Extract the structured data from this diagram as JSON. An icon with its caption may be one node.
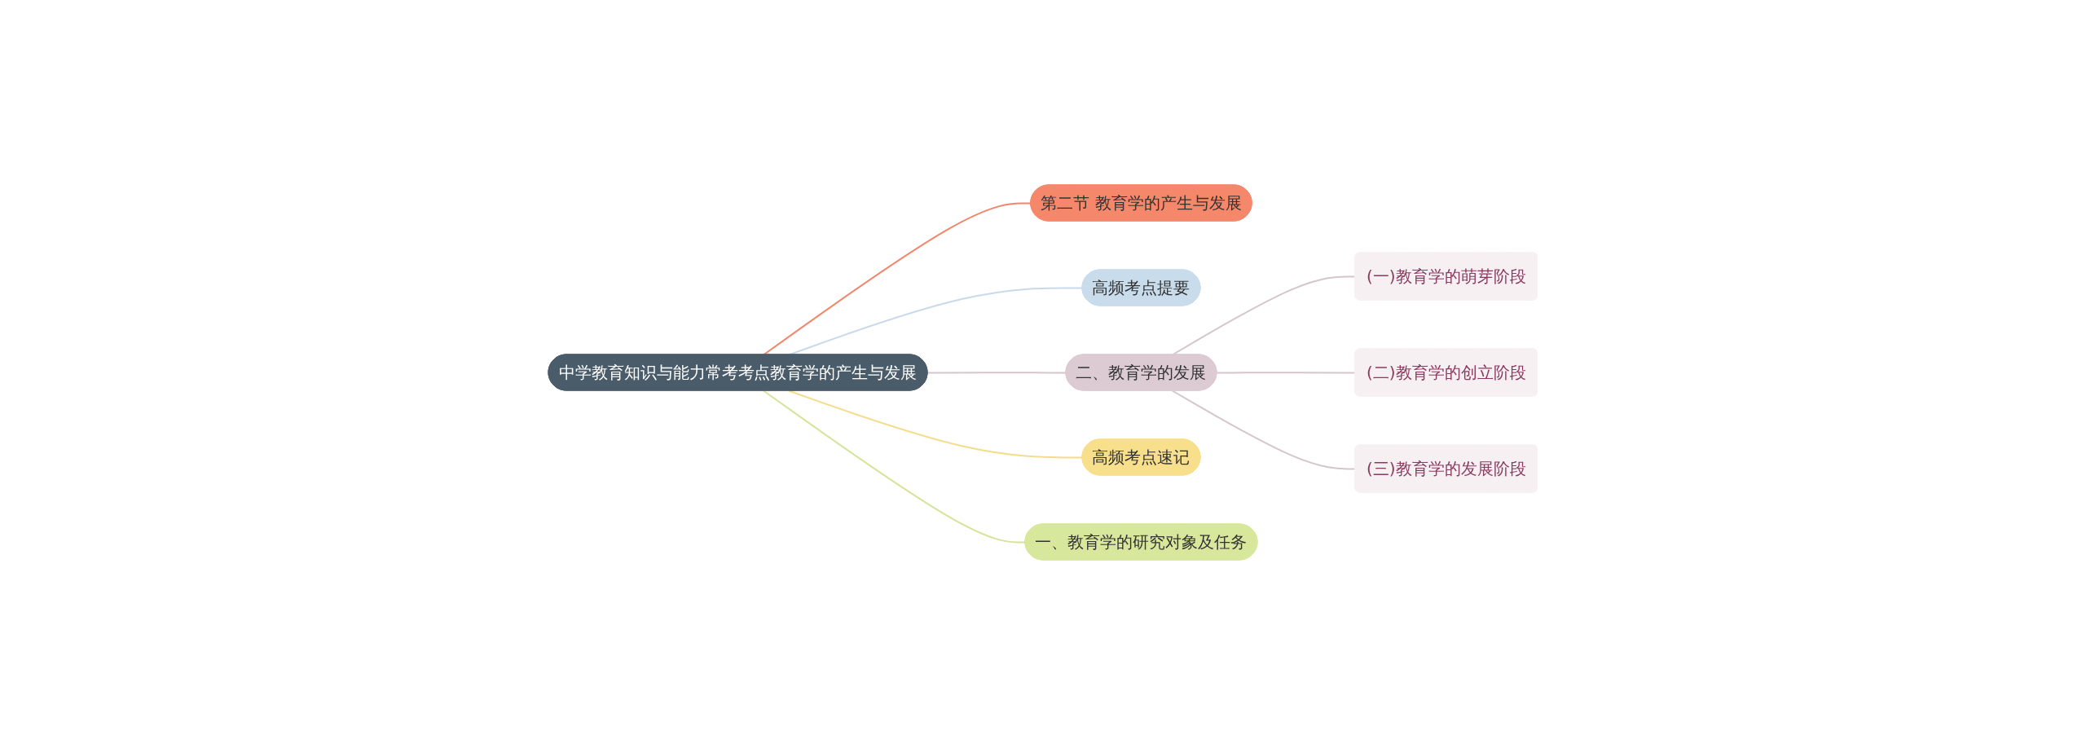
{
  "diagram": {
    "nodes": [
      {
        "text": [
          "中学教育知识与能力常考考点教育学的产生与发展"
        ]
      },
      {
        "text": [
          "第二节 教育学的产生与发展"
        ]
      },
      {
        "text": [
          "高频考点提要"
        ]
      },
      {
        "text": [
          "高频考点速记"
        ]
      },
      {
        "text": [
          "一、教育学的研究对象及任务"
        ]
      },
      {
        "text": [
          "二、教育学的发展"
        ]
      },
      {
        "text": [
          "(一)教育学的萌芽阶段"
        ]
      },
      {
        "text": [
          "(二)教育学的创立阶段"
        ]
      },
      {
        "text": [
          "(三)教育学的发展阶段"
        ]
      }
    ],
    "edges": [
      {
        "from": 0,
        "to": 1,
        "arrow": "none",
        "color": "#f0866a"
      },
      {
        "from": 0,
        "to": 2,
        "arrow": "none",
        "color": "#c8daea"
      },
      {
        "from": 0,
        "to": 3,
        "arrow": "none",
        "color": "#f5dc8a"
      },
      {
        "from": 0,
        "to": 4,
        "arrow": "none",
        "color": "#d4e49a"
      },
      {
        "from": 0,
        "to": 5,
        "arrow": "none",
        "color": "#d5c5cc"
      },
      {
        "from": 5,
        "to": 6,
        "arrow": "none",
        "color": "#d5c5cc"
      },
      {
        "from": 5,
        "to": 7,
        "arrow": "none",
        "color": "#d5c5cc"
      },
      {
        "from": 5,
        "to": 8,
        "arrow": "none",
        "color": "#d5c5cc"
      }
    ]
  }
}
